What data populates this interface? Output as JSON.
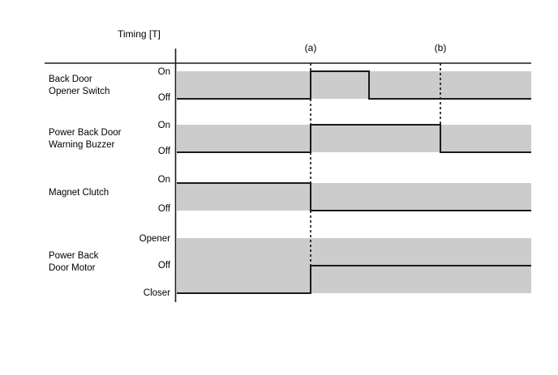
{
  "figure": {
    "title": "Timing [T]",
    "markers": [
      {
        "label": "(a)",
        "x": 383
      },
      {
        "label": "(b)",
        "x": 543
      }
    ],
    "axis": {
      "vertical_x": 216,
      "top_line_y": 78,
      "top_line_x0": 55,
      "top_line_x1": 655,
      "plot_x0": 218,
      "plot_x1": 655
    },
    "colors": {
      "band": "#cccccc",
      "line": "#1a1a1a",
      "background": "#ffffff",
      "text": "#000000"
    },
    "rows": [
      {
        "name": "back-door-opener-switch",
        "label_lines": [
          "Back Door",
          "Opener Switch"
        ],
        "levels": [
          "On",
          "Off"
        ],
        "band_top": 88,
        "band_bottom": 122,
        "signal_start_level": "Off",
        "transitions": [
          {
            "at": "(a)",
            "x": 383,
            "to": "On"
          },
          {
            "at": "",
            "x": 455,
            "to": "Off"
          }
        ]
      },
      {
        "name": "power-back-door-warning-buzzer",
        "label_lines": [
          "Power Back Door",
          "Warning Buzzer"
        ],
        "levels": [
          "On",
          "Off"
        ],
        "band_top": 154,
        "band_bottom": 188,
        "signal_start_level": "Off",
        "transitions": [
          {
            "at": "(a)",
            "x": 383,
            "to": "On"
          },
          {
            "at": "(b)",
            "x": 543,
            "to": "Off"
          }
        ]
      },
      {
        "name": "magnet-clutch",
        "label_lines": [
          "Magnet Clutch"
        ],
        "levels": [
          "On",
          "Off"
        ],
        "band_top": 226,
        "band_bottom": 260,
        "signal_start_level": "On",
        "transitions": [
          {
            "at": "(a)",
            "x": 383,
            "to": "Off"
          }
        ]
      },
      {
        "name": "power-back-door-motor",
        "label_lines": [
          "Power Back",
          "Door Motor"
        ],
        "levels": [
          "Opener",
          "Off",
          "Closer"
        ],
        "band_top": 294,
        "band_bottom": 362,
        "signal_start_level": "Closer",
        "transitions": [
          {
            "at": "(a)",
            "x": 383,
            "to": "Off"
          }
        ]
      }
    ]
  },
  "chart_data": {
    "type": "line",
    "title": "Timing [T]",
    "xlabel": "Timing [T]",
    "ylabel": "",
    "grid": false,
    "legend": "none",
    "annotations": [
      "(a)",
      "(b)"
    ],
    "series": [
      {
        "name": "Back Door Opener Switch",
        "levels": [
          "On",
          "Off"
        ],
        "steps": [
          {
            "x": "start",
            "value": "Off"
          },
          {
            "x": "(a)",
            "value": "On"
          },
          {
            "x": "between (a) and (b)",
            "value": "Off"
          }
        ]
      },
      {
        "name": "Power Back Door Warning Buzzer",
        "levels": [
          "On",
          "Off"
        ],
        "steps": [
          {
            "x": "start",
            "value": "Off"
          },
          {
            "x": "(a)",
            "value": "On"
          },
          {
            "x": "(b)",
            "value": "Off"
          }
        ]
      },
      {
        "name": "Magnet Clutch",
        "levels": [
          "On",
          "Off"
        ],
        "steps": [
          {
            "x": "start",
            "value": "On"
          },
          {
            "x": "(a)",
            "value": "Off"
          }
        ]
      },
      {
        "name": "Power Back Door Motor",
        "levels": [
          "Opener",
          "Off",
          "Closer"
        ],
        "steps": [
          {
            "x": "start",
            "value": "Closer"
          },
          {
            "x": "(a)",
            "value": "Off"
          }
        ]
      }
    ]
  }
}
